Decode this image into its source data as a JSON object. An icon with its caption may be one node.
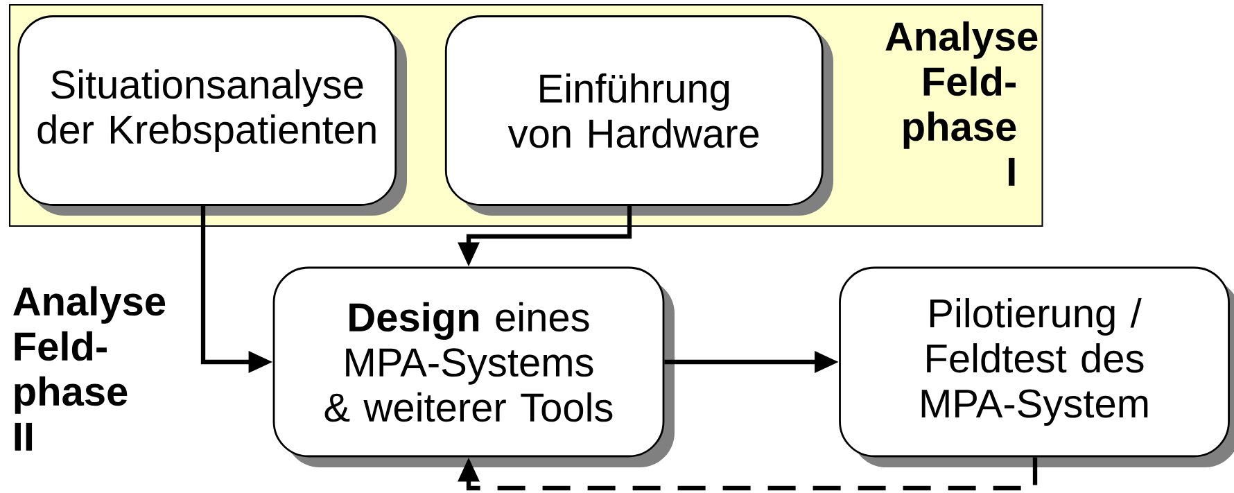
{
  "diagram": {
    "nodes": [
      {
        "text": [
          "Analyse Feld- phase I"
        ]
      },
      {
        "text": [
          "Situationsanalyse der Krebspatienten"
        ],
        "in": 0
      },
      {
        "text": [
          "Einführung von Hardware"
        ],
        "in": 0
      },
      {
        "text": [
          "**Design** eines MPA-Systems & weiterer Tools"
        ]
      },
      {
        "text": [
          "Pilotierung / Feldtest des MPA-System"
        ]
      }
    ],
    "edges": [
      {
        "from": 1,
        "to": 3,
        "arrow": "to"
      },
      {
        "from": 2,
        "to": 3,
        "arrow": "to"
      },
      {
        "from": 3,
        "to": 4,
        "arrow": "to"
      },
      {
        "from": 4,
        "to": 3,
        "arrow": "to",
        "style": "dashed"
      }
    ],
    "labels": [
      "Analyse Feld- phase II"
    ]
  }
}
